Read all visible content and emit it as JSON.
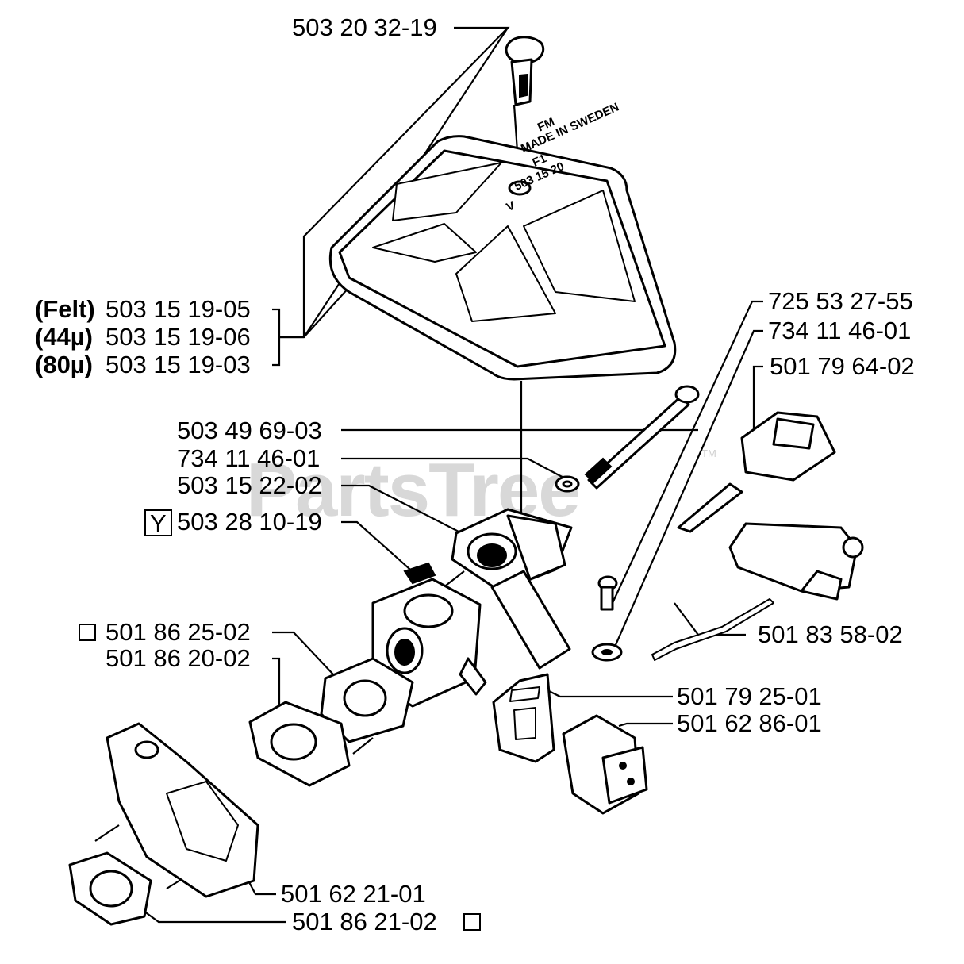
{
  "watermark": {
    "text": "PartsTree",
    "trademark": "TM"
  },
  "filter_stamp": {
    "line1": "503 15 20",
    "line2": "F1",
    "line3": "V",
    "line4": "MADE IN SWEDEN",
    "line5": "FM"
  },
  "labels": {
    "p_503_20_32_19": "503 20 32-19",
    "p_felt_prefix": "(Felt)",
    "p_felt": "503 15 19-05",
    "p_44_prefix": "(44µ)",
    "p_44": "503 15 19-06",
    "p_80_prefix": "(80µ)",
    "p_80": "503 15 19-03",
    "p_725_53_27_55": "725 53 27-55",
    "p_734_11_46_01_a": "734 11 46-01",
    "p_501_79_64_02": "501 79 64-02",
    "p_503_49_69_03": "503 49 69-03",
    "p_734_11_46_01_b": "734 11 46-01",
    "p_503_15_22_02": "503 15 22-02",
    "p_y_mark": "Y",
    "p_503_28_10_19": "503 28 10-19",
    "p_501_86_25_02": "501 86 25-02",
    "p_501_86_20_02": "501 86 20-02",
    "p_501_83_58_02": "501 83 58-02",
    "p_501_79_25_01": "501 79 25-01",
    "p_501_62_86_01": "501 62 86-01",
    "p_501_62_21_01": "501 62 21-01",
    "p_501_86_21_02": "501 86 21-02"
  }
}
